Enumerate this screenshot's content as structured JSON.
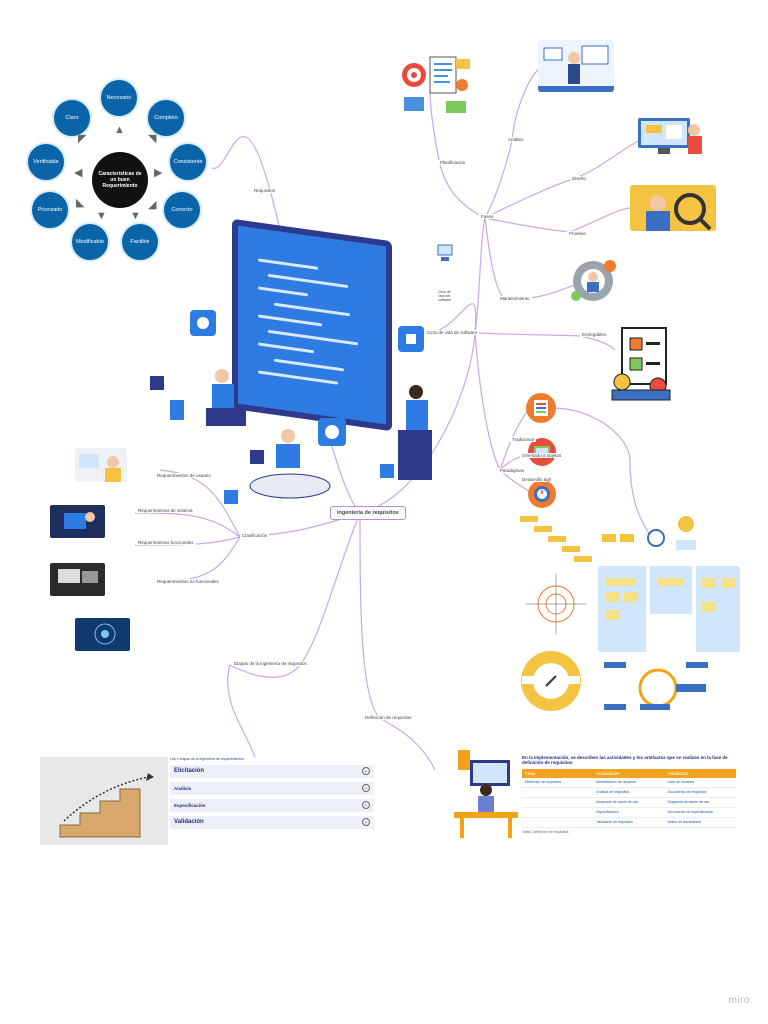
{
  "central_node": "Ingeniería de requisitos",
  "wheel": {
    "center": "Características de un buen Requerimiento",
    "items": [
      "Necesario",
      "Completo",
      "Consistente",
      "Correcto",
      "Factible",
      "Modificable",
      "Priorizado",
      "Verificable",
      "Claro"
    ],
    "color": "#0b64a8"
  },
  "branches": {
    "requisitos": "Requisitos",
    "clasificacion": "Clasificación",
    "req_usuario": "Requerimientos de usuario",
    "req_sistema": "Requerimientos de sistema",
    "req_funcionales": "Requerimientos funcionales",
    "req_no_funcionales": "Requerimientos no funcionales",
    "etapas": "Etapas de la ingeniería de requisitos",
    "definicion": "Definición de requisitos",
    "ciclo_vida": "Ciclo de vida de software",
    "planificacion": "Planificación",
    "fases": "Fases",
    "analisis": "Análisis",
    "diseno": "Diseño",
    "pruebas": "Pruebas",
    "mantenimiento": "Mantenimiento",
    "entregables": "Entregables",
    "paradigmas": "Paradigmas",
    "tradicional": "Tradicional",
    "orientado": "Orientado a objetos",
    "desarrollo_agil": "Desarrollo ágil",
    "ciclo_note": "Ciclo de vida del software"
  },
  "etapas_panel": {
    "intro": "Las 4 etapas de la ingeniería de requerimientos",
    "rows": [
      "Elicitación",
      "Análisis",
      "Especificación",
      "Validación"
    ]
  },
  "definicion_table": {
    "title": "En la implementación, se describen las actividades y los artefactos que se realizan en la fase de definición de requisitos",
    "headers": [
      "Fase",
      "Actividades",
      "Artefactos"
    ],
    "rows": [
      [
        "Definición de requisitos",
        "Identificación de usuarios",
        "Lista de usuarios"
      ],
      [
        "",
        "Análisis de requisitos",
        "Documento de requisitos"
      ],
      [
        "",
        "Modelado de casos de uso",
        "Diagrama de casos de uso"
      ],
      [
        "",
        "Especificación",
        "Documento de especificación"
      ],
      [
        "",
        "Validación de requisitos",
        "Matriz de trazabilidad"
      ]
    ],
    "note": "Tabla: Definición de requisitos"
  },
  "colors": {
    "connector": "#c9a8e8",
    "accent": "#f3a21b",
    "monitor": "#2e7be3"
  },
  "watermark": "miro"
}
